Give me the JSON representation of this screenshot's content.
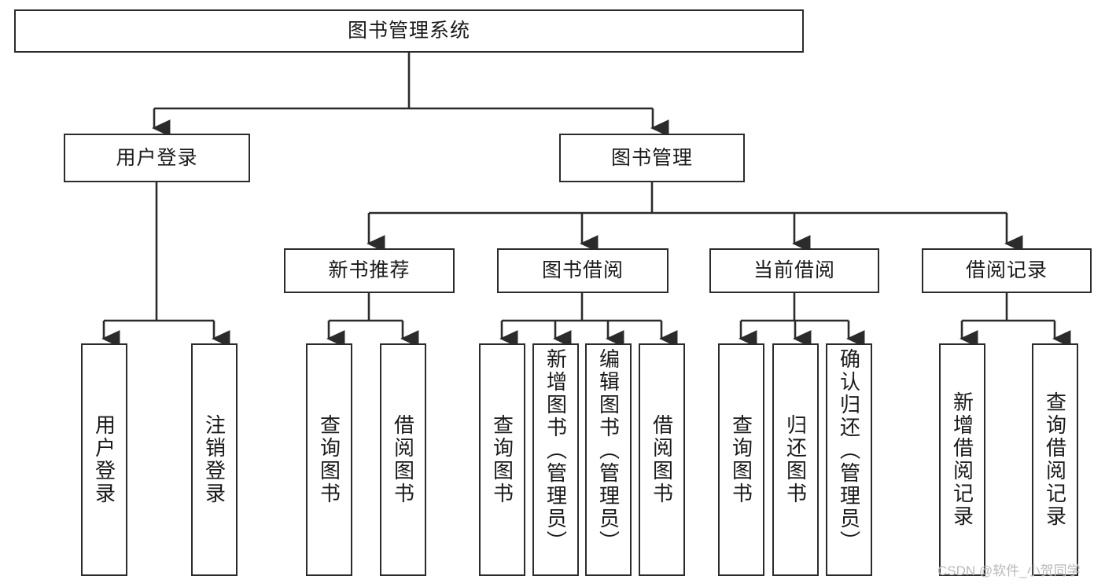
{
  "diagram": {
    "title": "图书管理系统",
    "type": "tree-hierarchy-functional-decomposition",
    "root": {
      "label": "图书管理系统"
    },
    "level2": [
      {
        "label": "用户登录"
      },
      {
        "label": "图书管理"
      }
    ],
    "level3": [
      {
        "label": "新书推荐"
      },
      {
        "label": "图书借阅"
      },
      {
        "label": "当前借阅"
      },
      {
        "label": "借阅记录"
      }
    ],
    "leaves": {
      "user_login": [
        {
          "label": "用户登录"
        },
        {
          "label": "注销登录"
        }
      ],
      "new_book_recommend": [
        {
          "label": "查询图书"
        },
        {
          "label": "借阅图书"
        }
      ],
      "book_borrow": [
        {
          "label": "查询图书"
        },
        {
          "label": "新增图书（管理员）"
        },
        {
          "label": "编辑图书（管理员）"
        },
        {
          "label": "借阅图书"
        }
      ],
      "current_borrow": [
        {
          "label": "查询图书"
        },
        {
          "label": "归还图书"
        },
        {
          "label": "确认归还（管理员）"
        }
      ],
      "borrow_record": [
        {
          "label": "新增借阅记录"
        },
        {
          "label": "查询借阅记录"
        }
      ]
    }
  },
  "watermark": {
    "text": "CSDN @软件_小贺同学"
  },
  "colors": {
    "stroke": "#2b2b2b",
    "fill": "#ffffff",
    "text": "#1a1a1a",
    "watermark": "#b9b9b9"
  }
}
